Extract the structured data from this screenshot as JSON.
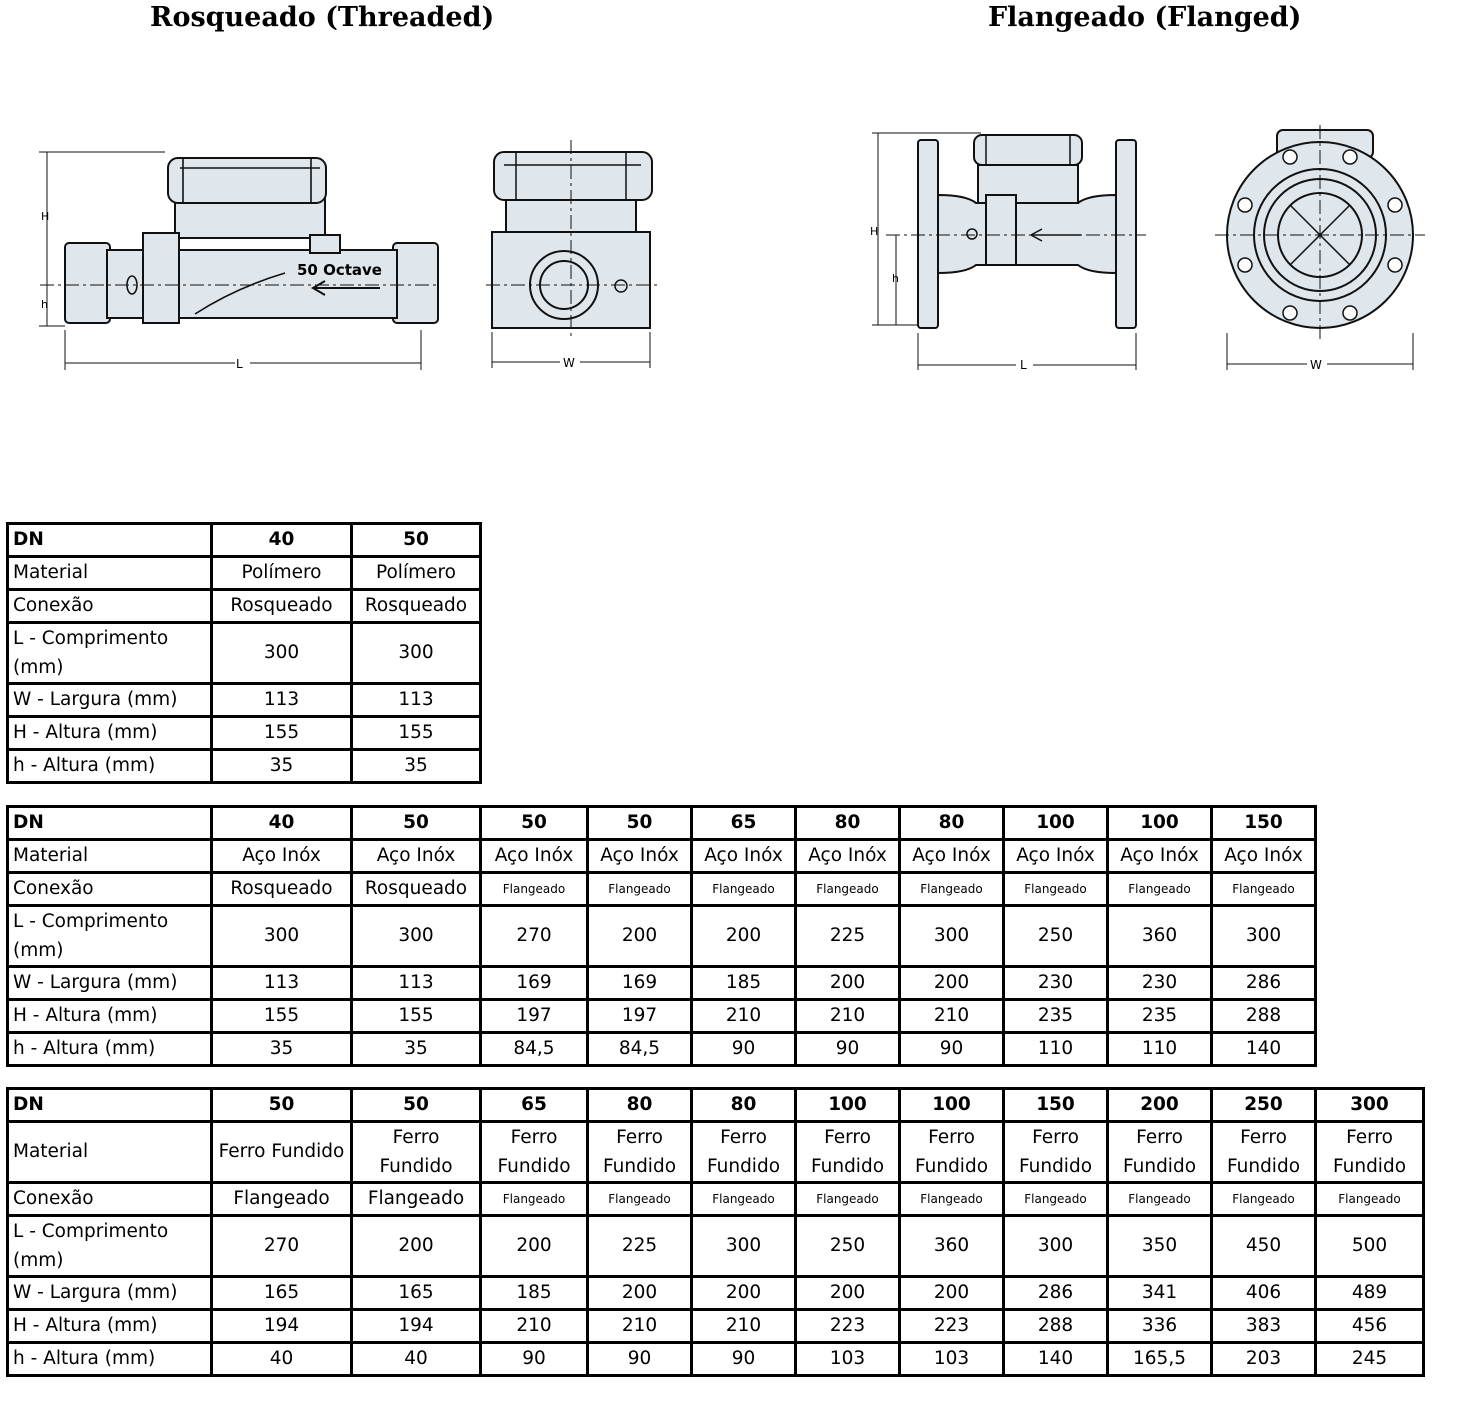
{
  "headings": {
    "threaded": "Rosqueado (Threaded)",
    "flanged": "Flangeado (Flanged)"
  },
  "drawing_labels": {
    "H": "H",
    "h": "h",
    "L": "L",
    "W": "W",
    "meter_marking": "50 Octave"
  },
  "row_labels": [
    "DN",
    "Material",
    "Conexão",
    "L - Comprimento (mm)",
    "W - Largura (mm)",
    "H - Altura (mm)",
    "h - Altura (mm)"
  ],
  "tables": [
    {
      "columns": [
        {
          "dn": "40",
          "material": "Polímero",
          "conexao": "Rosqueado",
          "L": "300",
          "W": "113",
          "H": "155",
          "h": "35"
        },
        {
          "dn": "50",
          "material": "Polímero",
          "conexao": "Rosqueado",
          "L": "300",
          "W": "113",
          "H": "155",
          "h": "35"
        }
      ]
    },
    {
      "columns": [
        {
          "dn": "40",
          "material": "Aço Inóx",
          "conexao": "Rosqueado",
          "L": "300",
          "W": "113",
          "H": "155",
          "h": "35"
        },
        {
          "dn": "50",
          "material": "Aço Inóx",
          "conexao": "Rosqueado",
          "L": "300",
          "W": "113",
          "H": "155",
          "h": "35"
        },
        {
          "dn": "50",
          "material": "Aço Inóx",
          "conexao": "Flangeado",
          "L": "270",
          "W": "169",
          "H": "197",
          "h": "84,5"
        },
        {
          "dn": "50",
          "material": "Aço Inóx",
          "conexao": "Flangeado",
          "L": "200",
          "W": "169",
          "H": "197",
          "h": "84,5"
        },
        {
          "dn": "65",
          "material": "Aço Inóx",
          "conexao": "Flangeado",
          "L": "200",
          "W": "185",
          "H": "210",
          "h": "90"
        },
        {
          "dn": "80",
          "material": "Aço Inóx",
          "conexao": "Flangeado",
          "L": "225",
          "W": "200",
          "H": "210",
          "h": "90"
        },
        {
          "dn": "80",
          "material": "Aço Inóx",
          "conexao": "Flangeado",
          "L": "300",
          "W": "200",
          "H": "210",
          "h": "90"
        },
        {
          "dn": "100",
          "material": "Aço Inóx",
          "conexao": "Flangeado",
          "L": "250",
          "W": "230",
          "H": "235",
          "h": "110"
        },
        {
          "dn": "100",
          "material": "Aço Inóx",
          "conexao": "Flangeado",
          "L": "360",
          "W": "230",
          "H": "235",
          "h": "110"
        },
        {
          "dn": "150",
          "material": "Aço Inóx",
          "conexao": "Flangeado",
          "L": "300",
          "W": "286",
          "H": "288",
          "h": "140"
        }
      ]
    },
    {
      "columns": [
        {
          "dn": "50",
          "material": "Ferro Fundido",
          "conexao": "Flangeado",
          "L": "270",
          "W": "165",
          "H": "194",
          "h": "40"
        },
        {
          "dn": "50",
          "material": "Ferro Fundido",
          "conexao": "Flangeado",
          "L": "200",
          "W": "165",
          "H": "194",
          "h": "40"
        },
        {
          "dn": "65",
          "material": "Ferro Fundido",
          "conexao": "Flangeado",
          "L": "200",
          "W": "185",
          "H": "210",
          "h": "90"
        },
        {
          "dn": "80",
          "material": "Ferro Fundido",
          "conexao": "Flangeado",
          "L": "225",
          "W": "200",
          "H": "210",
          "h": "90"
        },
        {
          "dn": "80",
          "material": "Ferro Fundido",
          "conexao": "Flangeado",
          "L": "300",
          "W": "200",
          "H": "210",
          "h": "90"
        },
        {
          "dn": "100",
          "material": "Ferro Fundido",
          "conexao": "Flangeado",
          "L": "250",
          "W": "200",
          "H": "223",
          "h": "103"
        },
        {
          "dn": "100",
          "material": "Ferro Fundido",
          "conexao": "Flangeado",
          "L": "360",
          "W": "200",
          "H": "223",
          "h": "103"
        },
        {
          "dn": "150",
          "material": "Ferro Fundido",
          "conexao": "Flangeado",
          "L": "300",
          "W": "286",
          "H": "288",
          "h": "140"
        },
        {
          "dn": "200",
          "material": "Ferro Fundido",
          "conexao": "Flangeado",
          "L": "350",
          "W": "341",
          "H": "336",
          "h": "165,5"
        },
        {
          "dn": "250",
          "material": "Ferro Fundido",
          "conexao": "Flangeado",
          "L": "450",
          "W": "406",
          "H": "383",
          "h": "203"
        },
        {
          "dn": "300",
          "material": "Ferro Fundido",
          "conexao": "Flangeado",
          "L": "500",
          "W": "489",
          "H": "456",
          "h": "245"
        }
      ]
    }
  ]
}
